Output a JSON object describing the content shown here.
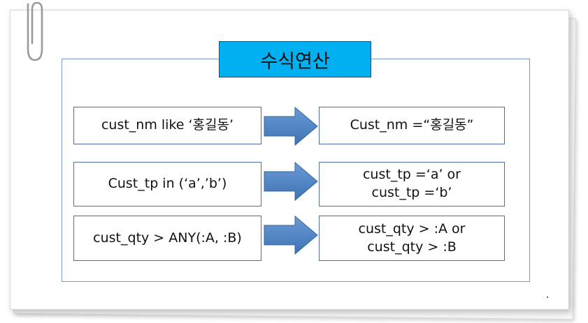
{
  "title": "수식연산",
  "rows": [
    {
      "left": "cust_nm like ‘홍길동’",
      "right": "Cust_nm =“홍길동”"
    },
    {
      "left": "Cust_tp in (‘a’,’b’)",
      "right": "cust_tp =‘a’ or\ncust_tp =‘b’"
    },
    {
      "left": "cust_qty > ANY(:A, :B)",
      "right": "cust_qty > :A or\ncust_qty > :B"
    }
  ],
  "colors": {
    "title_fill": "#00b0f0",
    "frame_border": "#7a9ac8",
    "box_border": "#4a6fa5",
    "arrow_fill": "#4f86c6"
  },
  "icons": [
    "paperclip-icon",
    "right-arrow-icon"
  ]
}
